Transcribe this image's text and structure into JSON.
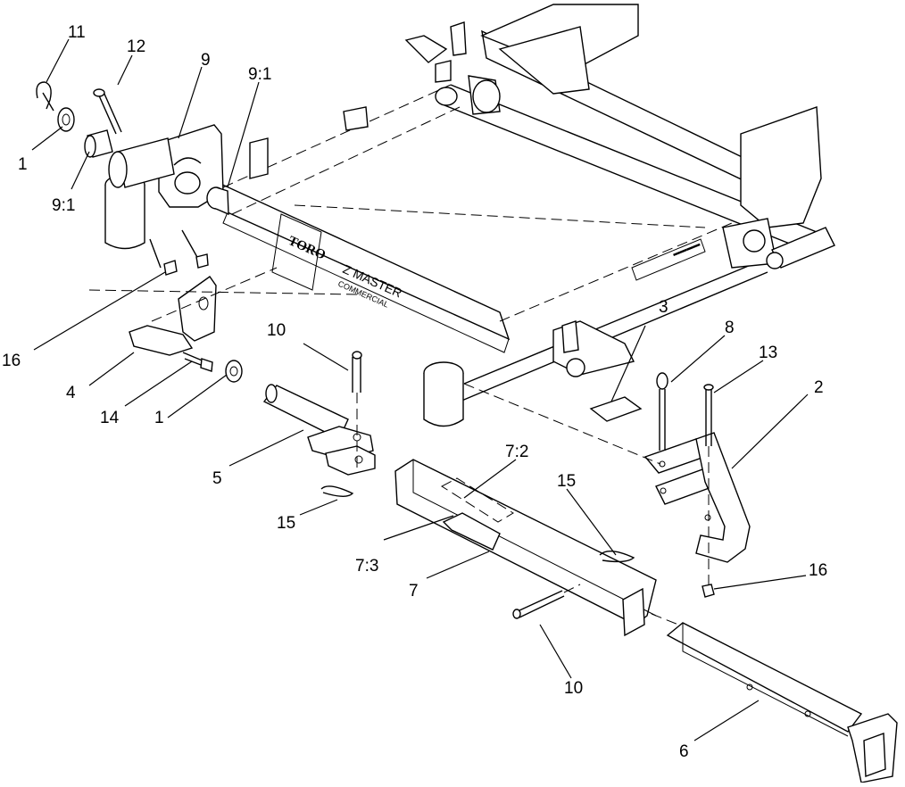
{
  "diagram": {
    "frame_labels": {
      "brand": "TORO",
      "model": "Z MASTER",
      "model_sub": "COMMERCIAL"
    },
    "callouts": [
      {
        "id": "c-11",
        "text": "11"
      },
      {
        "id": "c-12",
        "text": "12"
      },
      {
        "id": "c-9",
        "text": "9"
      },
      {
        "id": "c-9-1a",
        "text": "9:1"
      },
      {
        "id": "c-1a",
        "text": "1"
      },
      {
        "id": "c-9-1b",
        "text": "9:1"
      },
      {
        "id": "c-16a",
        "text": "16"
      },
      {
        "id": "c-4",
        "text": "4"
      },
      {
        "id": "c-14",
        "text": "14"
      },
      {
        "id": "c-1b",
        "text": "1"
      },
      {
        "id": "c-10a",
        "text": "10"
      },
      {
        "id": "c-5",
        "text": "5"
      },
      {
        "id": "c-15a",
        "text": "15"
      },
      {
        "id": "c-7-2",
        "text": "7:2"
      },
      {
        "id": "c-7-3",
        "text": "7:3"
      },
      {
        "id": "c-7",
        "text": "7"
      },
      {
        "id": "c-15b",
        "text": "15"
      },
      {
        "id": "c-3",
        "text": "3"
      },
      {
        "id": "c-8",
        "text": "8"
      },
      {
        "id": "c-13",
        "text": "13"
      },
      {
        "id": "c-2",
        "text": "2"
      },
      {
        "id": "c-16b",
        "text": "16"
      },
      {
        "id": "c-10b",
        "text": "10"
      },
      {
        "id": "c-6",
        "text": "6"
      }
    ]
  }
}
